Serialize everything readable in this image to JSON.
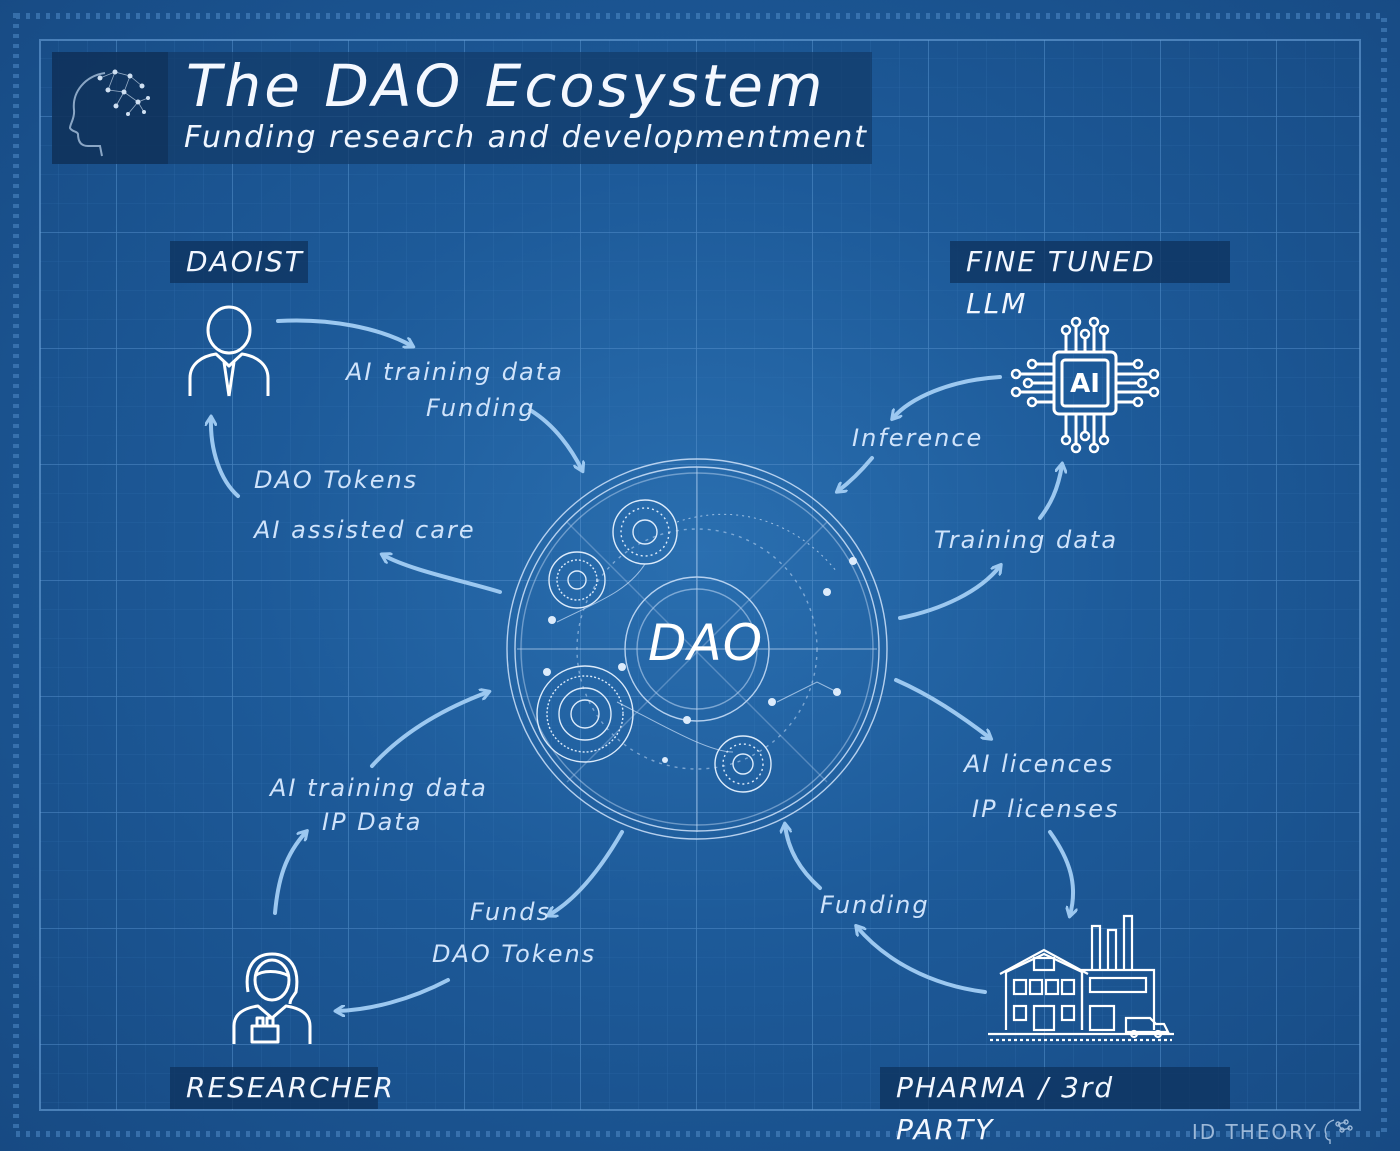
{
  "header": {
    "title": "The DAO Ecosystem",
    "subtitle": "Funding research and developmentment"
  },
  "roles": {
    "daoist": "DAOIST",
    "llm": "FINE TUNED LLM",
    "researcher": "RESEARCHER",
    "pharma": "PHARMA / 3rd PARTY"
  },
  "center": {
    "label": "DAO"
  },
  "flows": {
    "daoist_to_dao": [
      "AI training data",
      "Funding"
    ],
    "dao_to_daoist": [
      "DAO Tokens",
      "AI assisted care"
    ],
    "llm_to_dao": "Inference",
    "dao_to_llm": "Training data",
    "researcher_to_dao": [
      "AI training data",
      "IP Data"
    ],
    "dao_to_researcher": [
      "Funds",
      "DAO Tokens"
    ],
    "dao_to_pharma": [
      "AI licences",
      "IP licenses"
    ],
    "pharma_to_dao": "Funding"
  },
  "icons": {
    "logo": "head-network-icon",
    "daoist": "person-icon",
    "llm": "ai-chip-icon",
    "researcher": "scientist-icon",
    "pharma": "factory-icon",
    "credit_logo": "tree-head-icon"
  },
  "credit": {
    "text": "ID THEORY"
  },
  "colors": {
    "background": "#1d5a99",
    "grid": "#3a78b8",
    "arrow": "#9cc8f0",
    "text": "#e8f1fb"
  }
}
